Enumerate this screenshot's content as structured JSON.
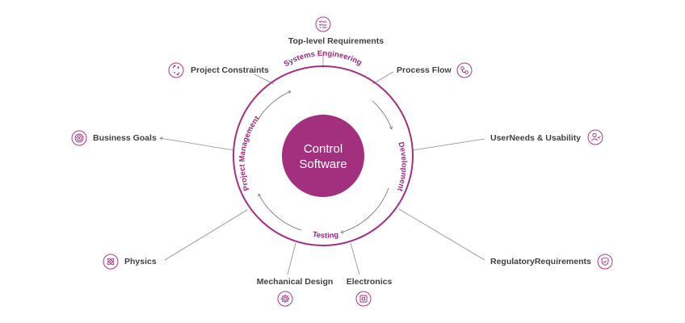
{
  "center": {
    "line1": "Control",
    "line2": "Software"
  },
  "ring_labels": {
    "systems_engineering": "Systems Engineering",
    "development": "Development",
    "testing": "Testing",
    "project_management": "Project Management"
  },
  "nodes": {
    "top_level_requirements": "Top-level Requirements",
    "process_flow": "Process Flow",
    "user_needs_usability": "UserNeeds & Usability",
    "regulatory_requirements": "RegulatoryRequirements",
    "electronics": "Electronics",
    "mechanical_design": "Mechanical Design",
    "physics": "Physics",
    "business_goals": "Business Goals",
    "project_constraints": "Project Constraints"
  },
  "icons": {
    "top_level_requirements": "checklist-icon",
    "process_flow": "process-flow-icon",
    "user_needs_usability": "user-icon",
    "regulatory_requirements": "shield-icon",
    "electronics": "chip-icon",
    "mechanical_design": "gear-icon",
    "physics": "atom-icon",
    "business_goals": "target-icon",
    "project_constraints": "constraints-icon"
  },
  "colors": {
    "accent": "#9c2a7f",
    "ring": "#a3307f",
    "center_fill": "#a3307f",
    "connector": "#8a8a8a",
    "label_text": "#3f3f46"
  }
}
